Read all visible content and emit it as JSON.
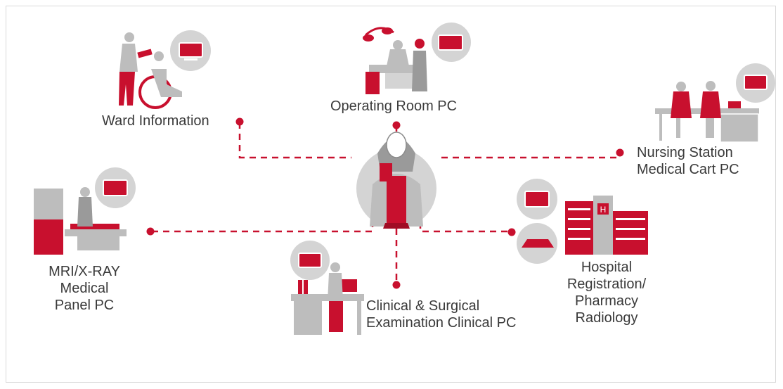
{
  "colors": {
    "accent": "#c8102e",
    "gray": "#b3b3b3",
    "light_gray": "#d4d4d4",
    "dark_gray": "#8c8c8c",
    "text": "#3a3a3a"
  },
  "nodes": {
    "ward": {
      "label": "Ward Information"
    },
    "operating": {
      "label": "Operating Room PC"
    },
    "nursing": {
      "lines": [
        "Nursing Station",
        "Medical Cart PC"
      ]
    },
    "mri": {
      "lines": [
        "MRI/X-RAY",
        "Medical",
        "Panel PC"
      ]
    },
    "clinical": {
      "lines": [
        "Clinical & Surgical",
        "Examination Clinical PC"
      ]
    },
    "hospital": {
      "lines": [
        "Hospital",
        "Registration/",
        "Pharmacy",
        "Radiology"
      ],
      "building_sign": "H"
    }
  }
}
